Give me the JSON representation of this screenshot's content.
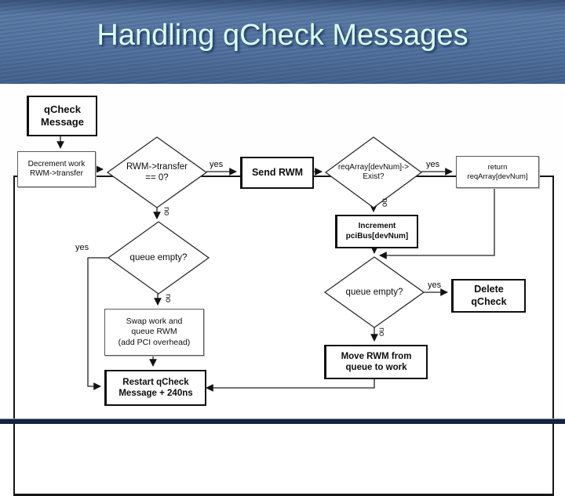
{
  "slide": {
    "title": "Handling qCheck Messages"
  },
  "flowchart": {
    "nodes": {
      "qcheck_message": {
        "text": "qCheck\nMessage"
      },
      "decrement": {
        "text": "Decrement work\nRWM->transfer"
      },
      "transfer_zero": {
        "text": "RWM->transfer\n== 0?"
      },
      "send_rwm": {
        "text": "Send RWM"
      },
      "reqarray_exist": {
        "text": "reqArray[devNum]->\nExist?"
      },
      "return_reqarray": {
        "text": "return\nreqArray[devNum]"
      },
      "increment": {
        "text": "Increment\npciBus[devNum]"
      },
      "queue_empty_left": {
        "text": "queue empty?"
      },
      "queue_empty_right": {
        "text": "queue empty?"
      },
      "delete_qcheck": {
        "text": "Delete\nqCheck"
      },
      "swap_work": {
        "text": "Swap work and\nqueue RWM\n(add PCI overhead)"
      },
      "move_rwm": {
        "text": "Move RWM from\nqueue to work"
      },
      "restart": {
        "text": "Restart qCheck\nMessage + 240ns"
      }
    },
    "labels": {
      "yes_transfer": "yes",
      "yes_exist": "yes",
      "yes_queue_left": "yes",
      "yes_queue_right": "yes",
      "no_transfer": "no",
      "no_exist": "no",
      "no_queue_left": "no",
      "no_queue_right": "no"
    }
  },
  "colors": {
    "background_blue": "#4d6f9e",
    "title_text": "#d9fdf1",
    "bottom_strip": "#16233e",
    "line": "#1a1a1a"
  }
}
